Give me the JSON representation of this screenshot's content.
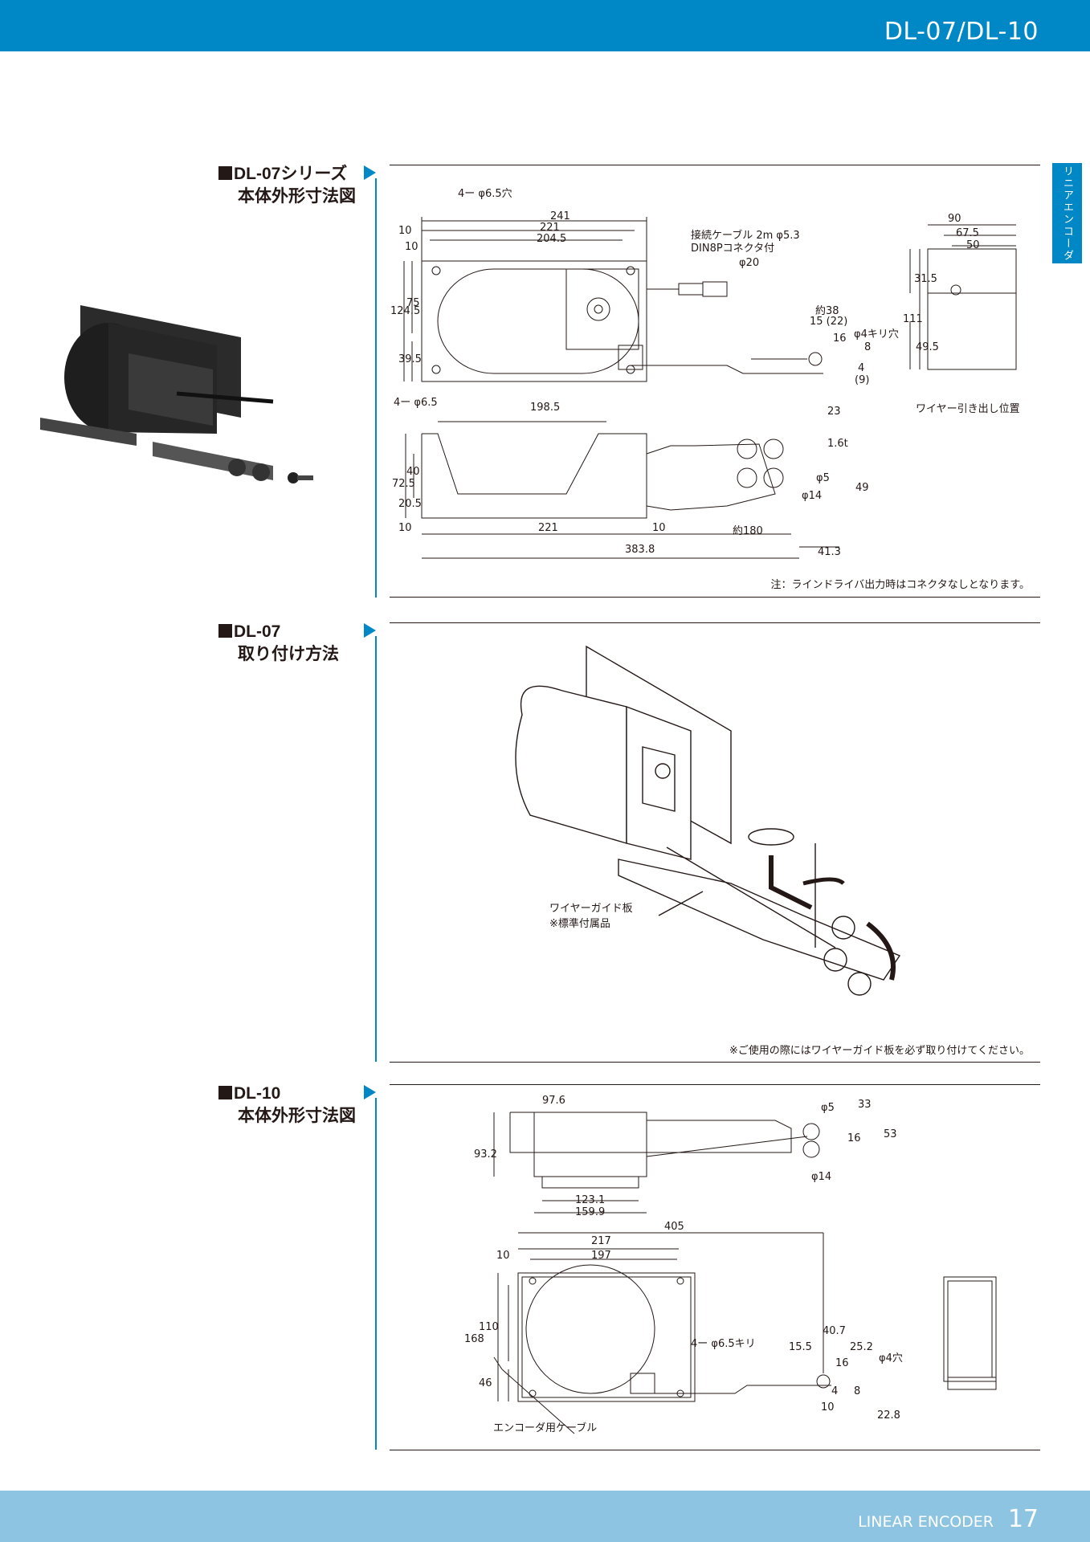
{
  "header": {
    "model": "DL-07/DL-10"
  },
  "side_tab": "リニアエンコーダ",
  "footer": {
    "label": "LINEAR ENCODER",
    "page": "17"
  },
  "sections": [
    {
      "title": "DL-07シリーズ",
      "subtitle": "本体外形寸法図",
      "note": "注：ラインドライバ出力時はコネクタなしとなります。",
      "dims": {
        "hole_top": "4ー φ6.5穴",
        "d241": "241",
        "d221": "221",
        "d204_5": "204.5",
        "d10a": "10",
        "d10b": "10",
        "d124_5": "124.5",
        "d75": "75",
        "d39_5": "39.5",
        "cable1": "接続ケーブル 2m φ5.3",
        "cable2": "DIN8Pコネクタ付",
        "phi20": "φ20",
        "approx38": "約38",
        "d15_22": "15 (22)",
        "hole4": "φ4キリ穴",
        "d16": "16",
        "d8": "8",
        "d4": "4",
        "d9": "(9)",
        "d90": "90",
        "d67_5": "67.5",
        "d50": "50",
        "d31_5": "31.5",
        "d111": "111",
        "d49_5": "49.5",
        "wire_pos": "ワイヤー引き出し位置",
        "hole_bot": "4ー φ6.5",
        "d198_5": "198.5",
        "d72_5": "72.5",
        "d40": "40",
        "d20_5": "20.5",
        "d23": "23",
        "t1_6": "1.6t",
        "phi5": "φ5",
        "phi14": "φ14",
        "d49": "49",
        "b10a": "10",
        "b221": "221",
        "b10b": "10",
        "approx180": "約180",
        "d383_8": "383.8",
        "d41_3": "41.3"
      }
    },
    {
      "title": "DL-07",
      "subtitle": "取り付け方法",
      "note": "※ご使用の際にはワイヤーガイド板を必ず取り付けてください。",
      "callout1": "ワイヤーガイド板",
      "callout2": "※標準付属品"
    },
    {
      "title": "DL-10",
      "subtitle": "本体外形寸法図",
      "dims": {
        "d97_6": "97.6",
        "d93_2": "93.2",
        "phi5": "φ5",
        "d33": "33",
        "d16": "16",
        "d53": "53",
        "phi14": "φ14",
        "d123_1": "123.1",
        "d159_9": "159.9",
        "d405": "405",
        "d217": "217",
        "d197": "197",
        "d10a": "10",
        "d168": "168",
        "d110": "110",
        "d46": "46",
        "holes": "4ー φ6.5キリ",
        "d40_7": "40.7",
        "d15_5": "15.5",
        "d25_2": "25.2",
        "hole4": "φ4穴",
        "d16b": "16",
        "d4": "4",
        "d8": "8",
        "d10b": "10",
        "d22_8": "22.8",
        "cable": "エンコーダ用ケーブル"
      }
    }
  ]
}
